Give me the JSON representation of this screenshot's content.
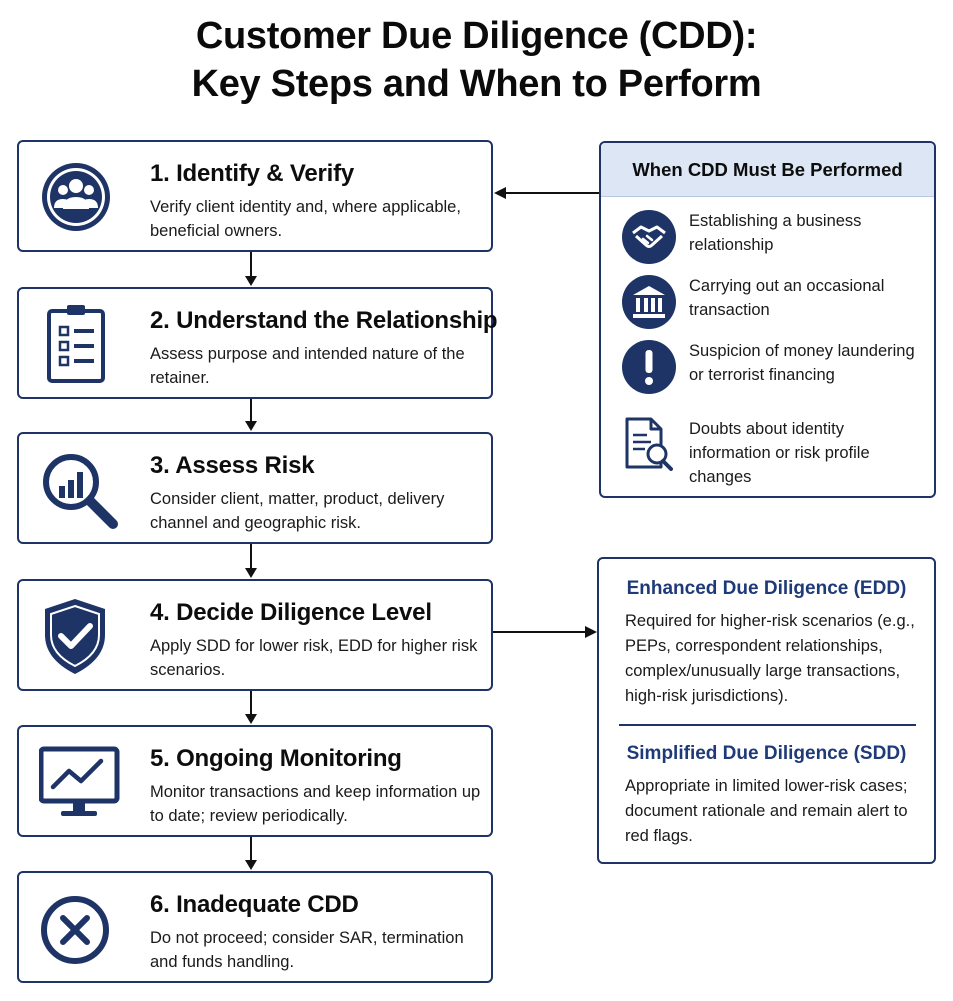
{
  "title": {
    "line1": "Customer Due Diligence (CDD):",
    "line2": "Key Steps and When to Perform"
  },
  "steps": [
    {
      "title": "1. Identify & Verify",
      "desc": "Verify client identity and, where applicable, beneficial owners.",
      "icon": "people-icon"
    },
    {
      "title": "2. Understand the Relationship",
      "desc": "Assess purpose and intended nature of the retainer.",
      "icon": "clipboard-checklist-icon"
    },
    {
      "title": "3. Assess Risk",
      "desc": "Consider client, matter, product, delivery channel and geographic risk.",
      "icon": "magnifier-chart-icon"
    },
    {
      "title": "4. Decide Diligence Level",
      "desc": "Apply SDD for lower risk, EDD for higher risk scenarios.",
      "icon": "shield-check-icon"
    },
    {
      "title": "5. Ongoing Monitoring",
      "desc": "Monitor transactions and keep information up to date; review periodically.",
      "icon": "monitor-trend-icon"
    },
    {
      "title": "6. Inadequate CDD",
      "desc": "Do not proceed; consider SAR, termination and funds handling.",
      "icon": "x-circle-icon"
    }
  ],
  "when_cdd": {
    "heading": "When CDD Must Be Performed",
    "items": [
      {
        "text": "Establishing a business relationship",
        "icon": "handshake-icon"
      },
      {
        "text": "Carrying out an occasional transaction",
        "icon": "bank-icon"
      },
      {
        "text": "Suspicion of money laundering or terrorist financing",
        "icon": "exclamation-icon"
      },
      {
        "text": "Doubts about identity information or risk profile changes",
        "icon": "document-search-icon"
      }
    ]
  },
  "edd": {
    "title": "Enhanced Due Diligence (EDD)",
    "text": "Required for higher-risk scenarios (e.g., PEPs, correspondent relationships, complex/unusually large transactions, high-risk jurisdictions)."
  },
  "sdd": {
    "title": "Simplified Due Diligence (SDD)",
    "text": "Appropriate in limited lower-risk cases; document rationale and remain alert to red flags."
  },
  "colors": {
    "navy": "#1e3466",
    "heading_blue": "#1f3a78",
    "header_fill": "#dce6f5"
  }
}
